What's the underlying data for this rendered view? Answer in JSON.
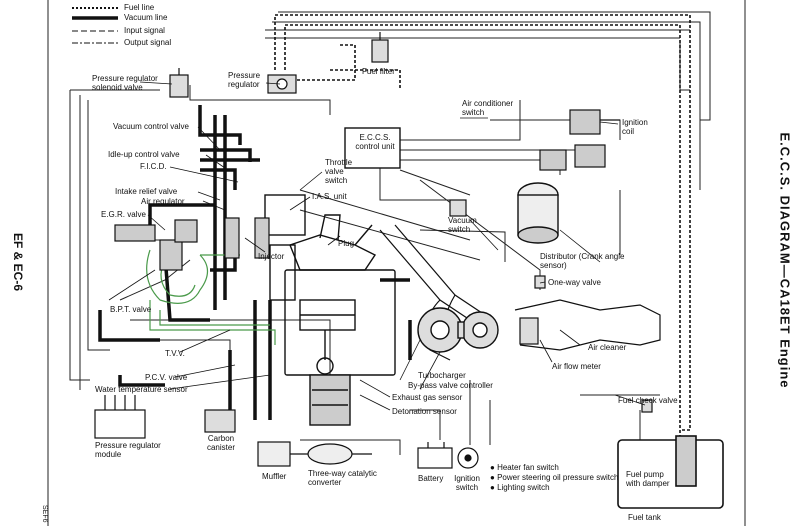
{
  "title": "E.C.C.S. DIAGRAM—CA18ET Engine",
  "section_tag": "EF & EC-6",
  "legend": {
    "fuel_line": "Fuel line",
    "vacuum_line": "Vacuum line",
    "input_signal": "Input signal",
    "output_signal": "Output signal"
  },
  "labels": {
    "pressure_regulator_solenoid": "Pressure regulator solenoid valve",
    "pressure_regulator": "Pressure regulator",
    "fuel_filter": "Fuel filter",
    "air_conditioner_switch": "Air conditioner switch",
    "ignition_coil": "Ignition coil",
    "eccs_control_unit": "E.C.C.S. control unit",
    "vacuum_control_valve": "Vacuum control valve",
    "idle_up_control_valve": "Idle-up control valve",
    "ficd": "F.I.C.D.",
    "throttle_valve_switch": "Throttle valve switch",
    "intake_relief_valve": "Intake relief valve",
    "air_regulator": "Air regulator",
    "ias_unit": "I.A.S. unit",
    "vacuum_switch": "Vacuum switch",
    "egr_valve": "E.G.R. valve",
    "plug": "Plug",
    "distributor": "Distributor (Crank angle sensor)",
    "injector": "Injector",
    "one_way_valve": "One-way valve",
    "bpt_valve": "B.P.T. valve",
    "air_cleaner": "Air cleaner",
    "air_flow_meter": "Air flow meter",
    "tvv": "T.V.V.",
    "turbocharger": "Turbocharger",
    "pcv_valve": "P.C.V. valve",
    "bypass_valve_controller": "By-pass valve controller",
    "water_temp_sensor": "Water temperature sensor",
    "exhaust_gas_sensor": "Exhaust gas sensor",
    "detonation_sensor": "Detonation sensor",
    "fuel_check_valve": "Fuel check valve",
    "pressure_regulator_module": "Pressure regulator module",
    "carbon_canister": "Carbon canister",
    "muffler": "Muffler",
    "three_way_converter": "Three-way catalytic converter",
    "battery": "Battery",
    "ignition_switch": "Ignition switch",
    "heater_fan_switch": "Heater fan switch",
    "ps_oil_pressure_switch": "Power steering oil pressure switch",
    "lighting_switch": "Lighting switch",
    "fuel_pump": "Fuel pump with damper",
    "fuel_tank": "Fuel tank",
    "code": "SEF6"
  }
}
